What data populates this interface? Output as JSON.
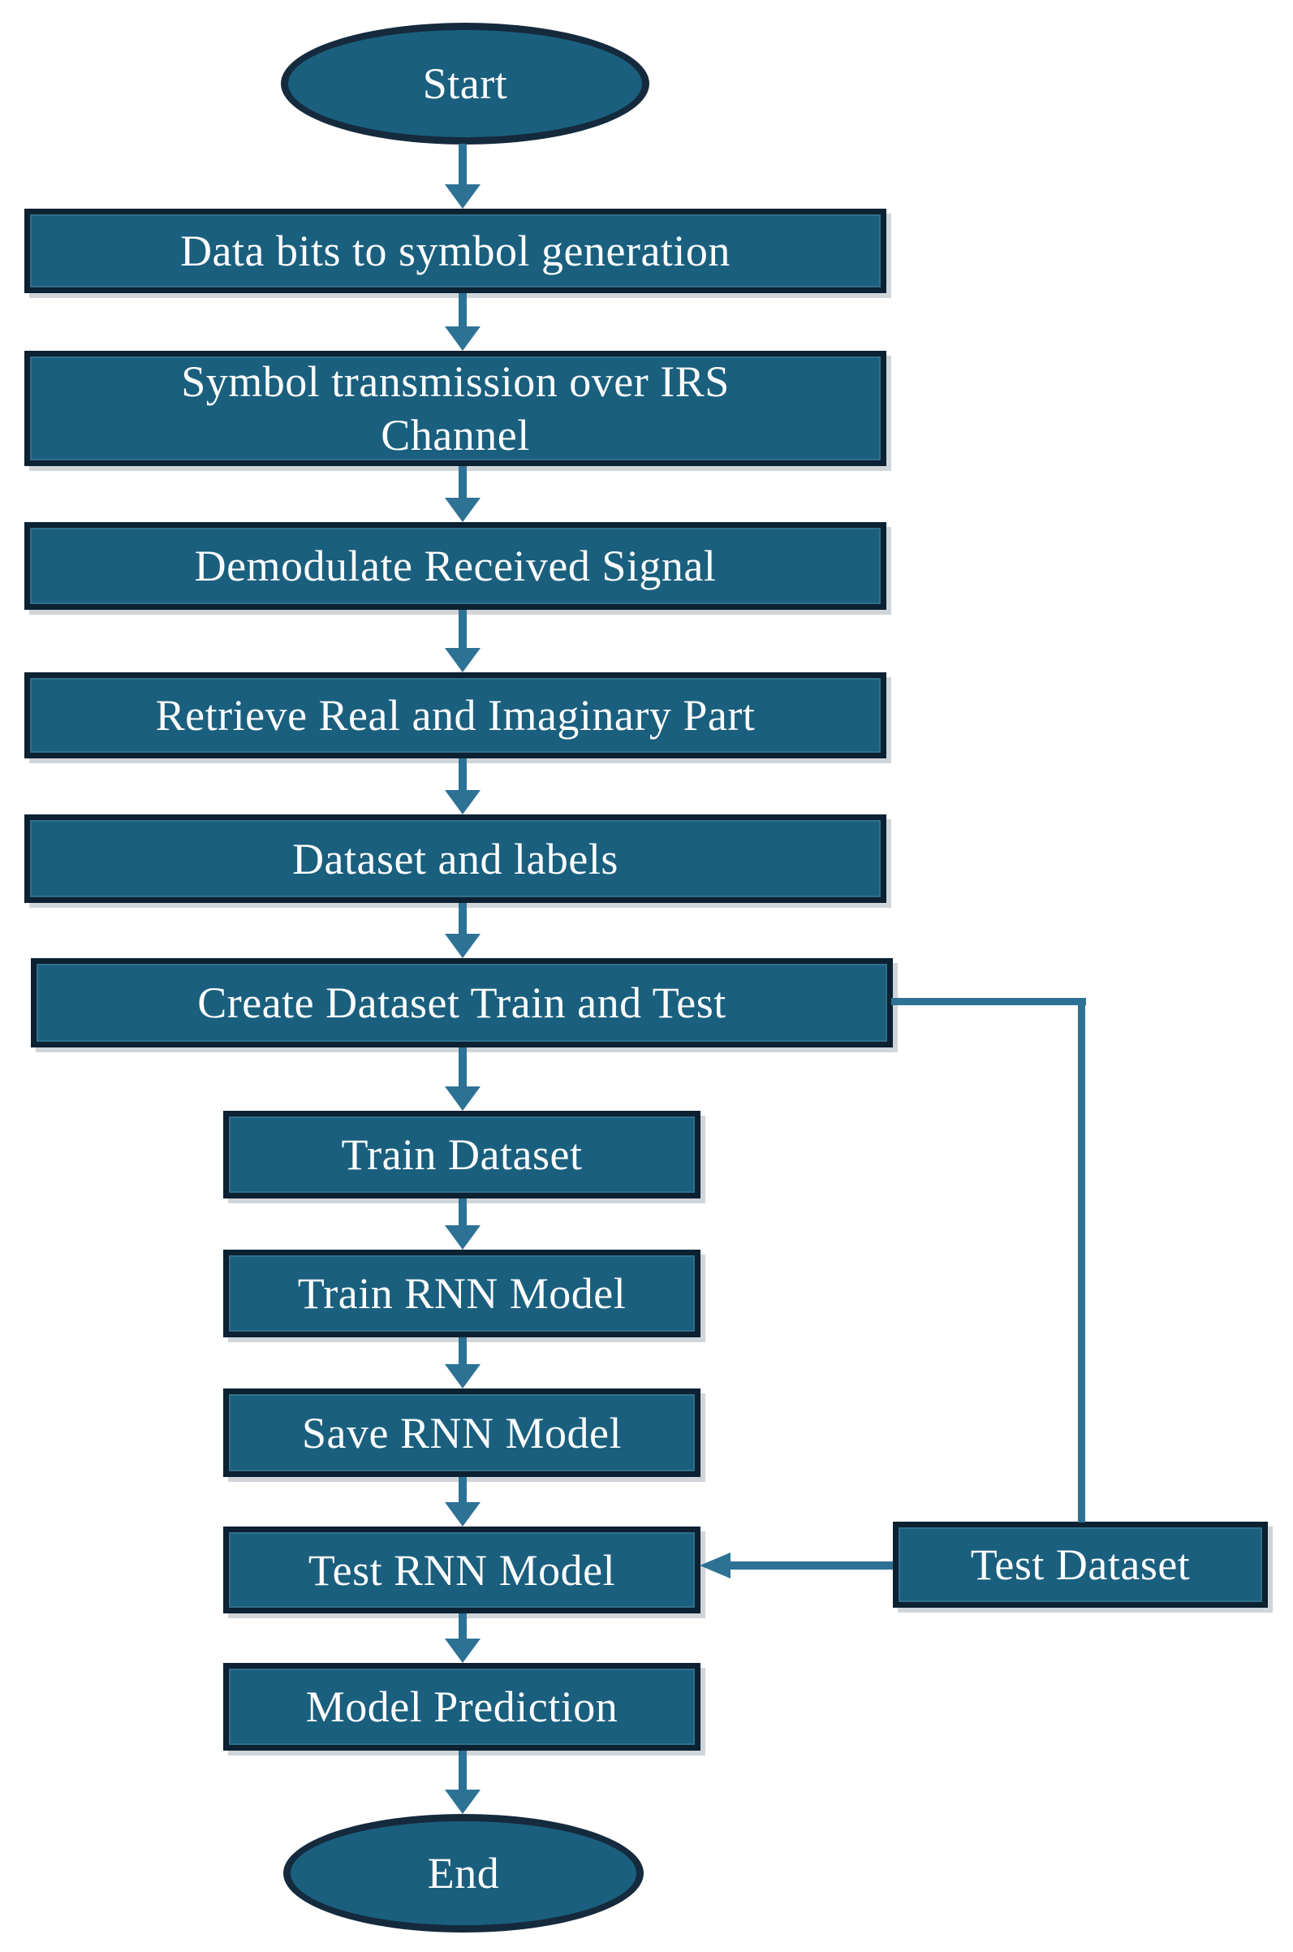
{
  "diagram": {
    "kind": "flowchart",
    "colors": {
      "node_fill": "#1A5F7E",
      "rect_border": "#0C2132",
      "ellipse_border": "#152A3D",
      "arrow": "#2D7295",
      "text": "#FDFDFD",
      "background": "#FFFFFF"
    }
  },
  "nodes": {
    "start": {
      "label": "Start",
      "shape": "ellipse"
    },
    "data_bits": {
      "label": "Data bits to symbol generation",
      "shape": "rect"
    },
    "symbol_transmission": {
      "label": "Symbol transmission over IRS\nChannel",
      "shape": "rect"
    },
    "demodulate": {
      "label": "Demodulate Received Signal",
      "shape": "rect"
    },
    "retrieve": {
      "label": "Retrieve Real and Imaginary Part",
      "shape": "rect"
    },
    "dataset_labels": {
      "label": "Dataset and labels",
      "shape": "rect"
    },
    "create_dataset": {
      "label": "Create Dataset Train and Test",
      "shape": "rect"
    },
    "train_dataset": {
      "label": "Train Dataset",
      "shape": "rect"
    },
    "train_rnn": {
      "label": "Train RNN Model",
      "shape": "rect"
    },
    "save_rnn": {
      "label": "Save RNN Model",
      "shape": "rect"
    },
    "test_rnn": {
      "label": "Test RNN Model",
      "shape": "rect"
    },
    "model_prediction": {
      "label": "Model Prediction",
      "shape": "rect"
    },
    "end": {
      "label": "End",
      "shape": "ellipse"
    },
    "test_dataset": {
      "label": "Test Dataset",
      "shape": "rect"
    }
  },
  "edges": [
    {
      "from": "start",
      "to": "data_bits"
    },
    {
      "from": "data_bits",
      "to": "symbol_transmission"
    },
    {
      "from": "symbol_transmission",
      "to": "demodulate"
    },
    {
      "from": "demodulate",
      "to": "retrieve"
    },
    {
      "from": "retrieve",
      "to": "dataset_labels"
    },
    {
      "from": "dataset_labels",
      "to": "create_dataset"
    },
    {
      "from": "create_dataset",
      "to": "train_dataset"
    },
    {
      "from": "create_dataset",
      "to": "test_dataset",
      "route": "right-elbow"
    },
    {
      "from": "train_dataset",
      "to": "train_rnn"
    },
    {
      "from": "train_rnn",
      "to": "save_rnn"
    },
    {
      "from": "save_rnn",
      "to": "test_rnn"
    },
    {
      "from": "test_dataset",
      "to": "test_rnn",
      "route": "left"
    },
    {
      "from": "test_rnn",
      "to": "model_prediction"
    },
    {
      "from": "model_prediction",
      "to": "end"
    }
  ]
}
